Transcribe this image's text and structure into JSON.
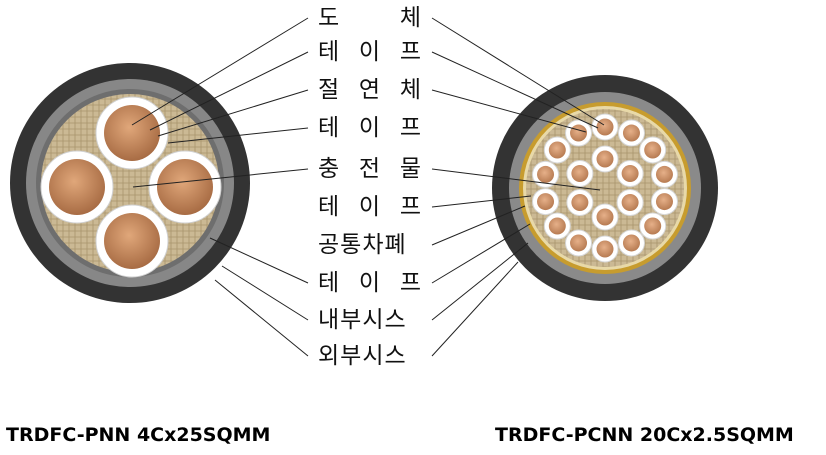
{
  "labels": [
    {
      "text": "도 체"
    },
    {
      "text": "테 이 프"
    },
    {
      "text": "절 연 체"
    },
    {
      "text": "테 이 프"
    },
    {
      "text": "충 전 물"
    },
    {
      "text": "테 이 프"
    },
    {
      "text": "공통차폐"
    },
    {
      "text": "테 이 프"
    },
    {
      "text": "내부시스"
    },
    {
      "text": "외부시스"
    }
  ],
  "captions": {
    "left": "TRDFC-PNN 4Cx25SQMM",
    "right": "TRDFC-PCNN 20Cx2.5SQMM"
  },
  "colors": {
    "outer_sheath": "#333333",
    "inner_sheath": "#8c8c8c",
    "filler": "#c9b896",
    "insulation": "#ffffff",
    "conductor": "#c8895e",
    "shield": "#d4aa3c"
  }
}
